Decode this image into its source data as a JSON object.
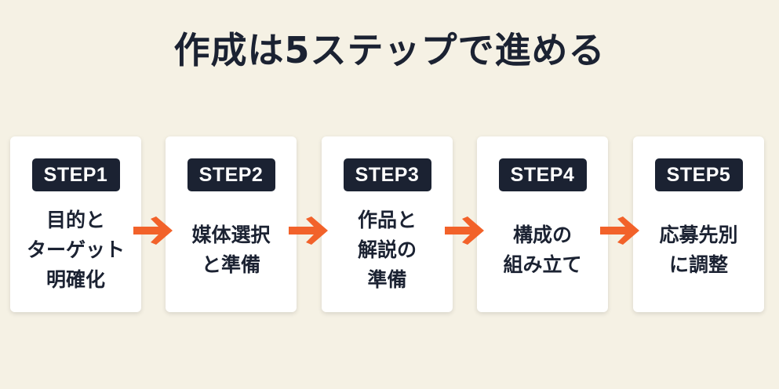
{
  "title": "作成は5ステップで進める",
  "colors": {
    "background": "#f5f1e4",
    "card": "#ffffff",
    "badge": "#1b2232",
    "text": "#1b2232",
    "arrow": "#f2622a"
  },
  "steps": [
    {
      "label": "STEP1",
      "lines": [
        "目的と",
        "ターゲット",
        "明確化"
      ]
    },
    {
      "label": "STEP2",
      "lines": [
        "媒体選択",
        "と準備"
      ]
    },
    {
      "label": "STEP3",
      "lines": [
        "作品と",
        "解説の",
        "準備"
      ]
    },
    {
      "label": "STEP4",
      "lines": [
        "構成の",
        "組み立て"
      ]
    },
    {
      "label": "STEP5",
      "lines": [
        "応募先別",
        "に調整"
      ]
    }
  ],
  "arrows": [
    {
      "icon": "arrow-right-icon"
    },
    {
      "icon": "arrow-right-icon"
    },
    {
      "icon": "arrow-right-icon"
    },
    {
      "icon": "arrow-right-icon"
    }
  ]
}
